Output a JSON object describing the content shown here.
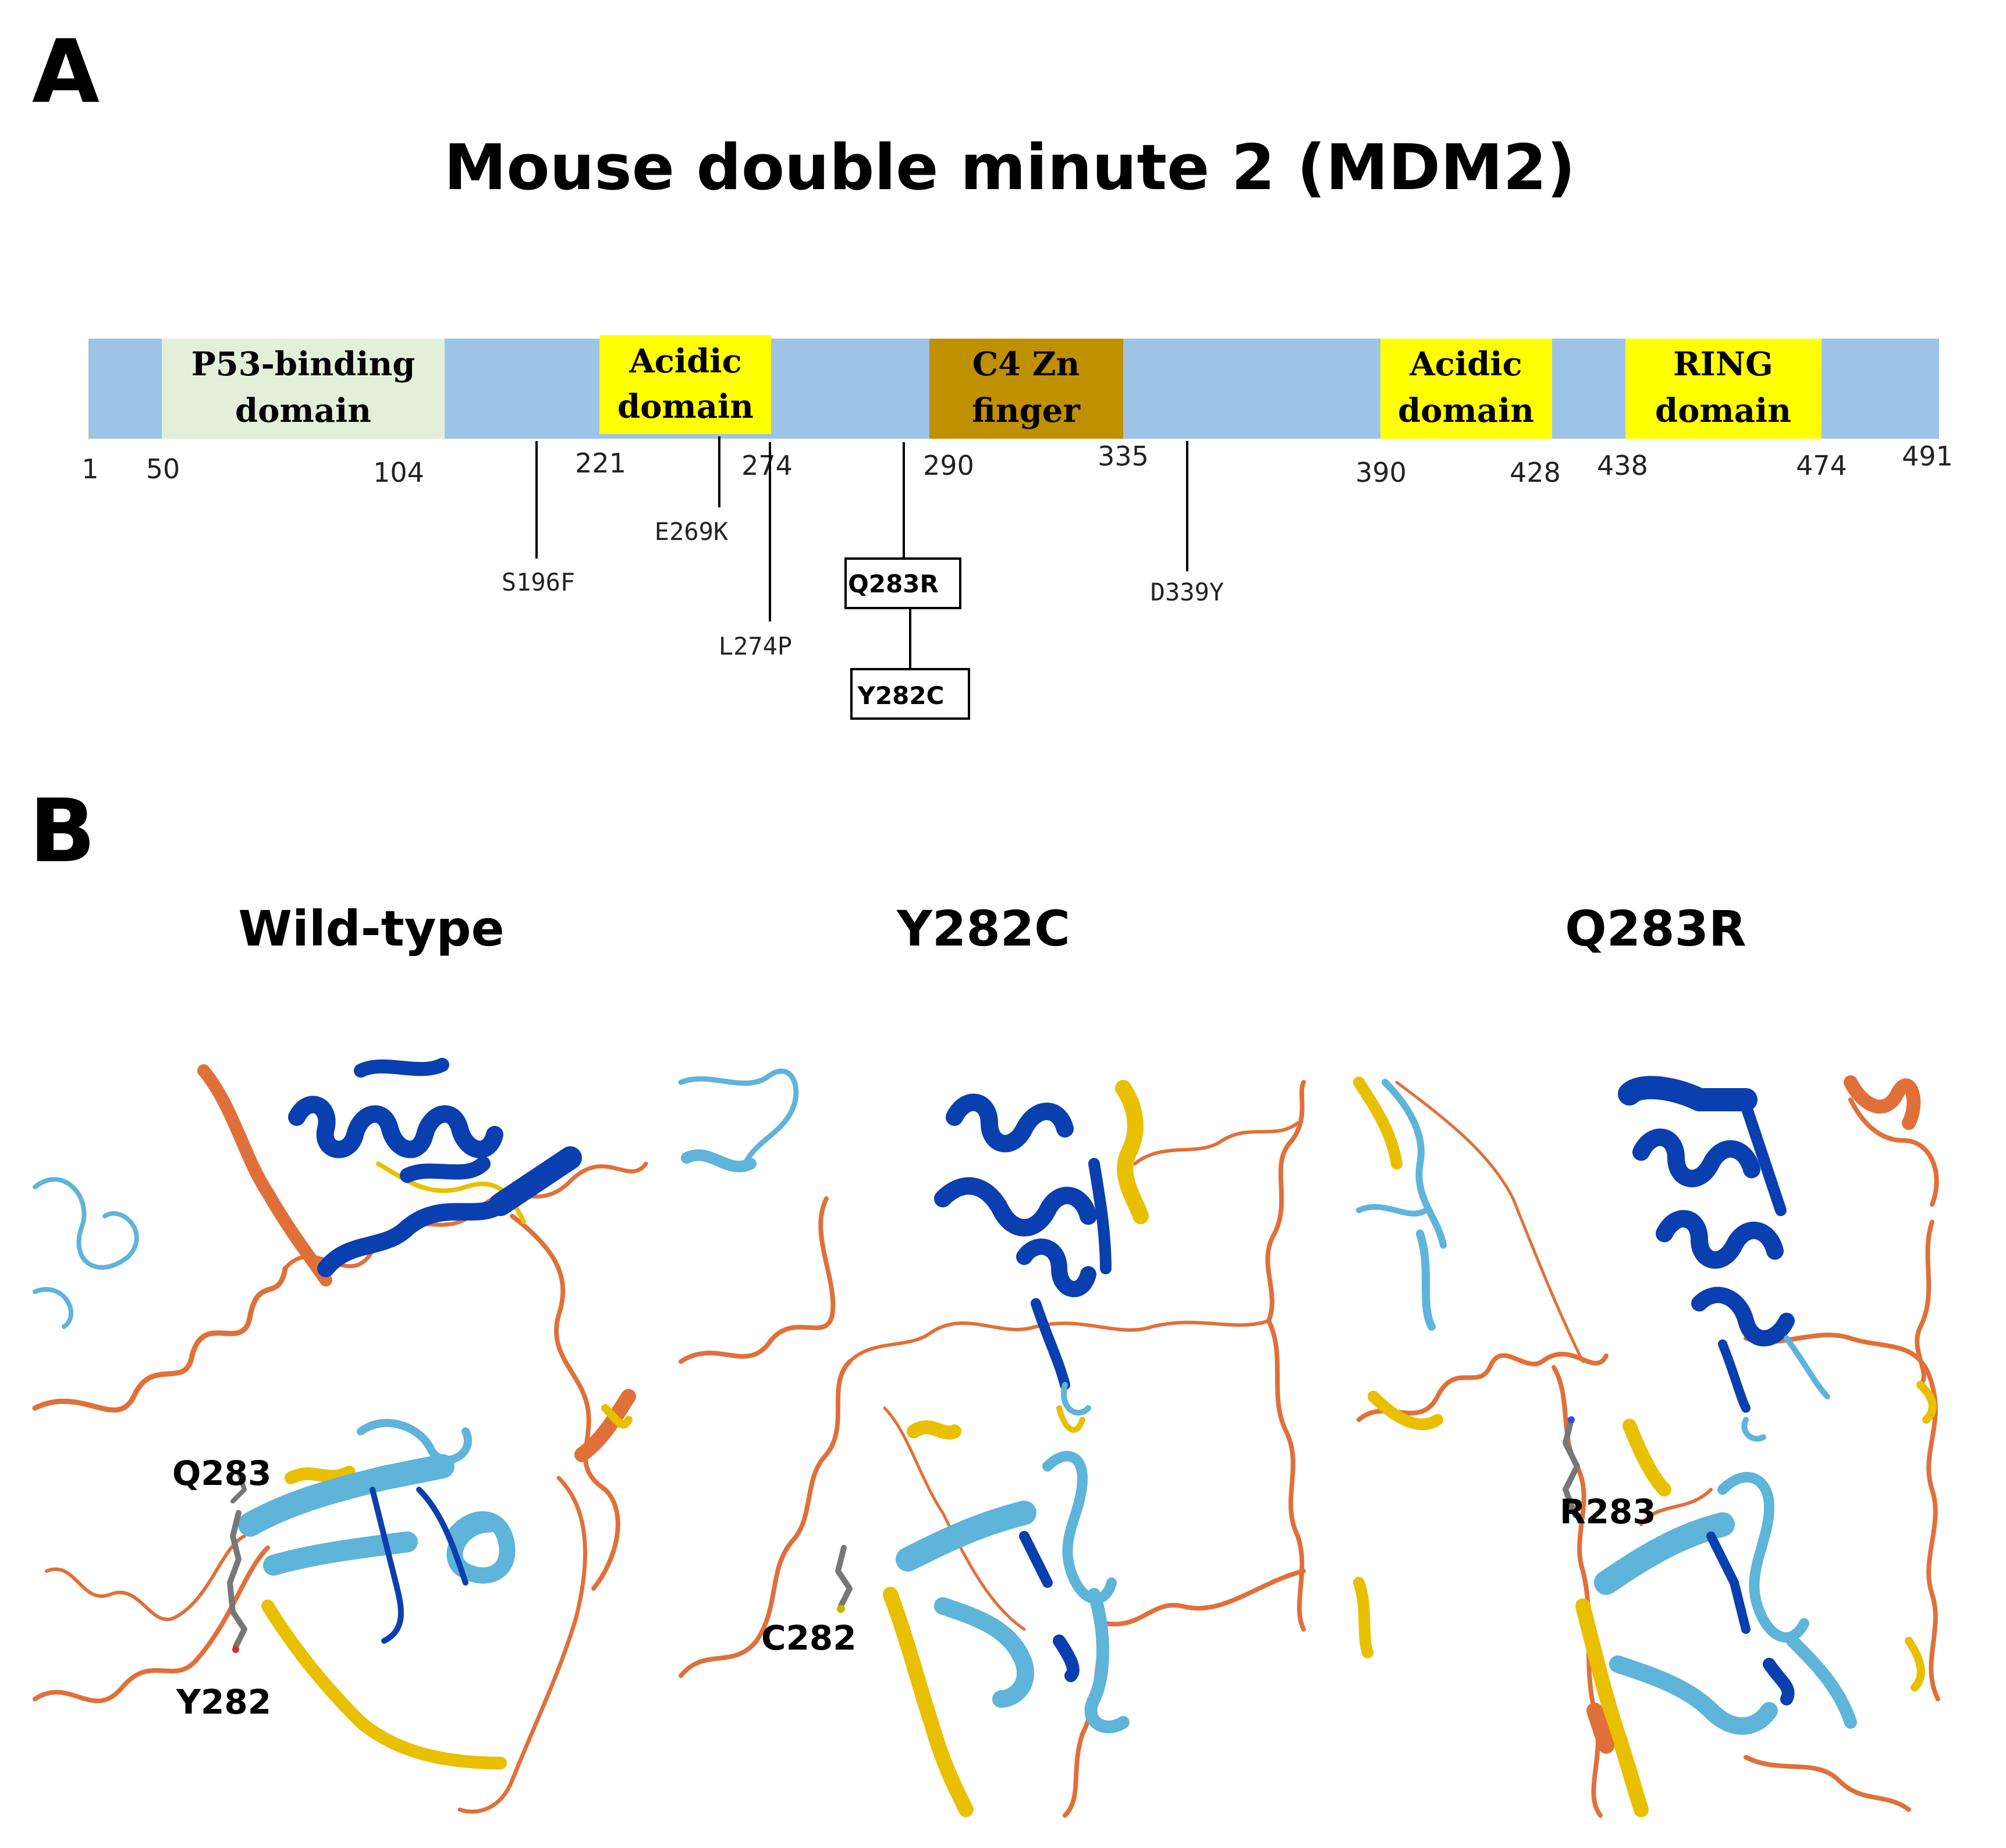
{
  "panel_a": {
    "letter": "A",
    "title": "Mouse double minute 2 (MDM2)",
    "domains": [
      {
        "line1": "P53-binding",
        "line2": "domain",
        "start": 50,
        "end": 104
      },
      {
        "line1": "Acidic",
        "line2": "domain",
        "start": 221,
        "end": 274
      },
      {
        "line1": "C4 Zn",
        "line2": "finger",
        "start": 290,
        "end": 335
      },
      {
        "line1": "Acidic",
        "line2": "domain",
        "start": 390,
        "end": 428
      },
      {
        "line1": "RING",
        "line2": "domain",
        "start": 438,
        "end": 474
      }
    ],
    "positions": [
      "1",
      "50",
      "104",
      "221",
      "274",
      "290",
      "335",
      "390",
      "428",
      "438",
      "474",
      "491"
    ],
    "mutations": [
      "S196F",
      "E269K",
      "L274P",
      "Q283R",
      "Y282C",
      "D339Y"
    ]
  },
  "panel_b": {
    "letter": "B",
    "structures": [
      {
        "title": "Wild-type",
        "residues": [
          "Q283",
          "Y282"
        ]
      },
      {
        "title": "Y282C",
        "residues": [
          "C282"
        ]
      },
      {
        "title": "Q283R",
        "residues": [
          "R283"
        ]
      }
    ]
  },
  "colors": {
    "backbone": "#9dc3e6",
    "p53_domain": "#e2f0d9",
    "acidic_ring": "#ffff00",
    "zn_finger": "#bf9000",
    "helix_dark_blue": "#0a3fb0",
    "sheet_light_blue": "#5fb4d9",
    "coil_orange": "#e0703a",
    "low_confidence_yellow": "#e8c000"
  }
}
